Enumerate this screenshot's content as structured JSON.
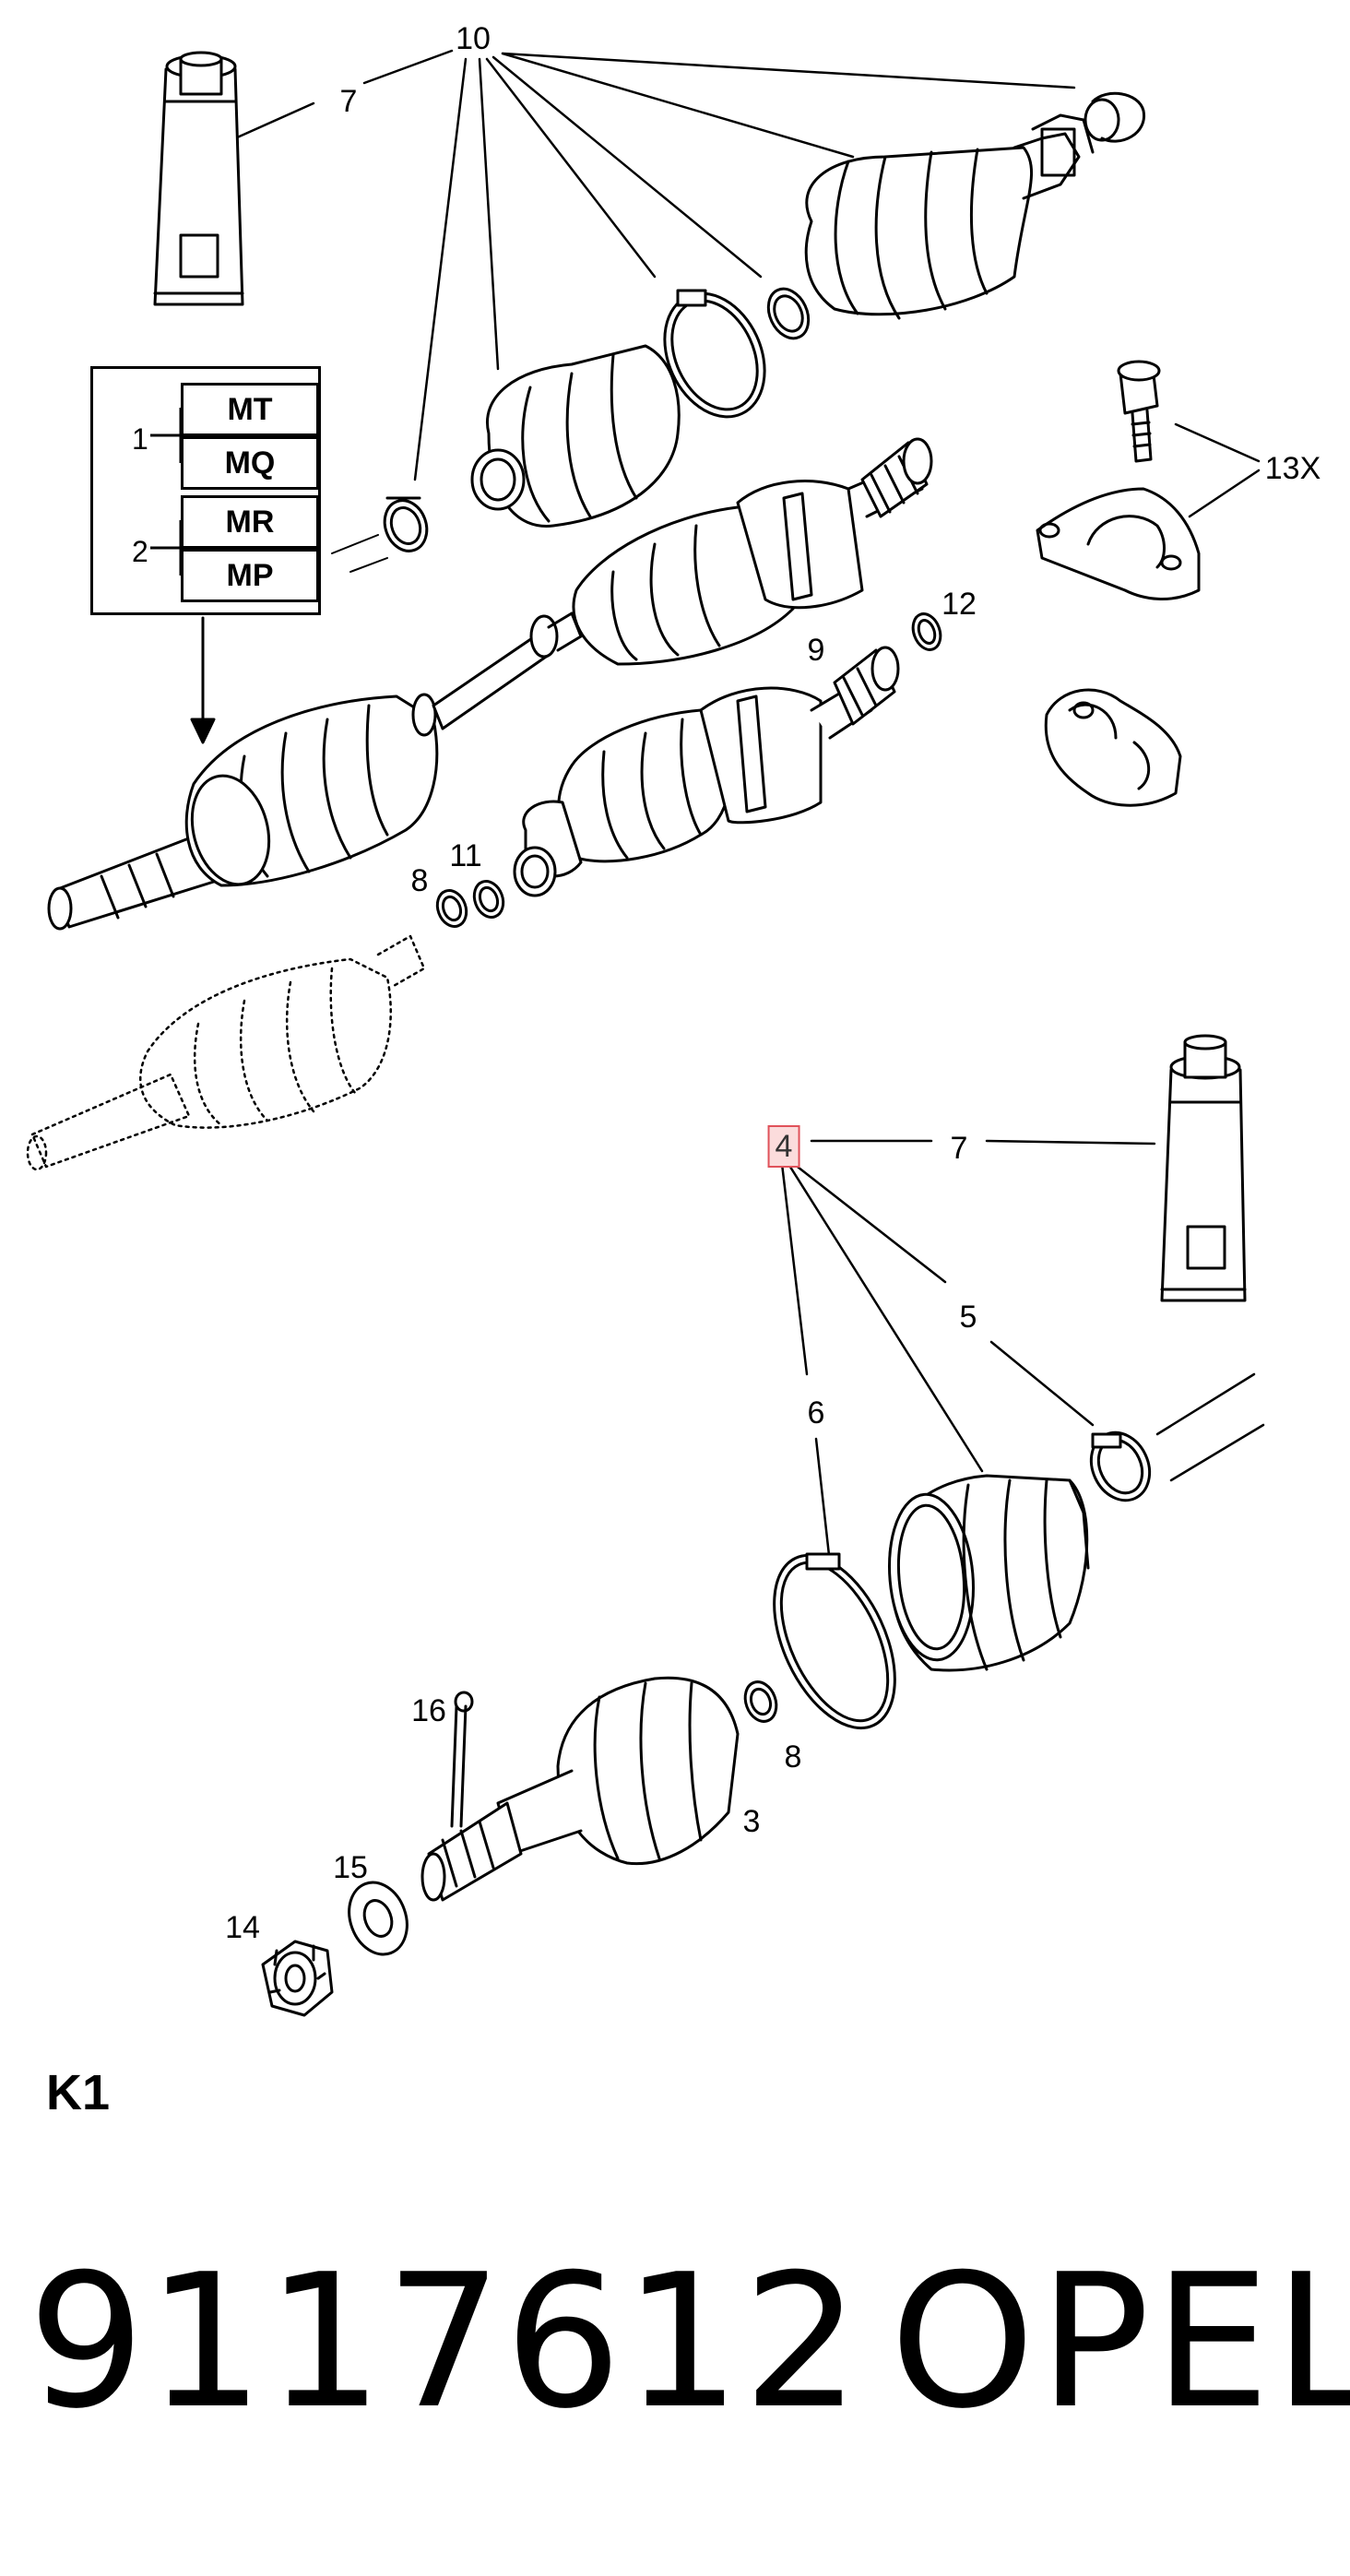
{
  "diagram": {
    "callouts": {
      "c10": "10",
      "c7_top": "7",
      "c13x": "13X",
      "c12": "12",
      "c9": "9",
      "c8_top": "8",
      "c11": "11",
      "c4": "4",
      "c7_bottom": "7",
      "c5": "5",
      "c6": "6",
      "c16": "16",
      "c8_bottom": "8",
      "c3": "3",
      "c15": "15",
      "c14": "14"
    },
    "legend": {
      "group1": "1",
      "group2": "2",
      "codes": [
        "MT",
        "MQ",
        "MR",
        "MP"
      ]
    }
  },
  "variant_code": "K1",
  "part_number": "9117612",
  "brand": "OPEL"
}
